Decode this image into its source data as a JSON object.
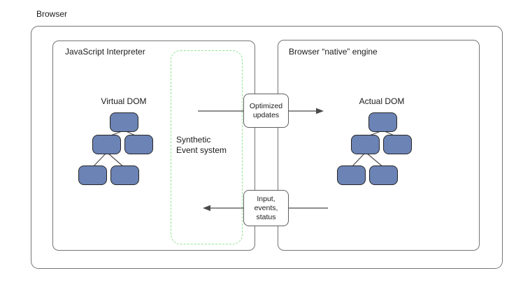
{
  "diagram": {
    "browser_label": "Browser",
    "javascript_interpreter": {
      "title": "JavaScript Interpreter",
      "tree_label": "Virtual DOM"
    },
    "native_engine": {
      "title": "Browser “native” engine",
      "tree_label": "Actual DOM"
    },
    "synthetic_event_system": {
      "label": "Synthetic Event system"
    },
    "flows": {
      "to_actual_dom": "Optimized updates",
      "to_virtual_dom": "Input, events, status"
    },
    "colors": {
      "node_fill": "#6b83b5",
      "node_border": "#262626",
      "box_border": "#757575",
      "dashed_border": "#90e690",
      "arrow": "#4a4a4a",
      "text": "#1a1a1a",
      "background": "#ffffff"
    }
  }
}
